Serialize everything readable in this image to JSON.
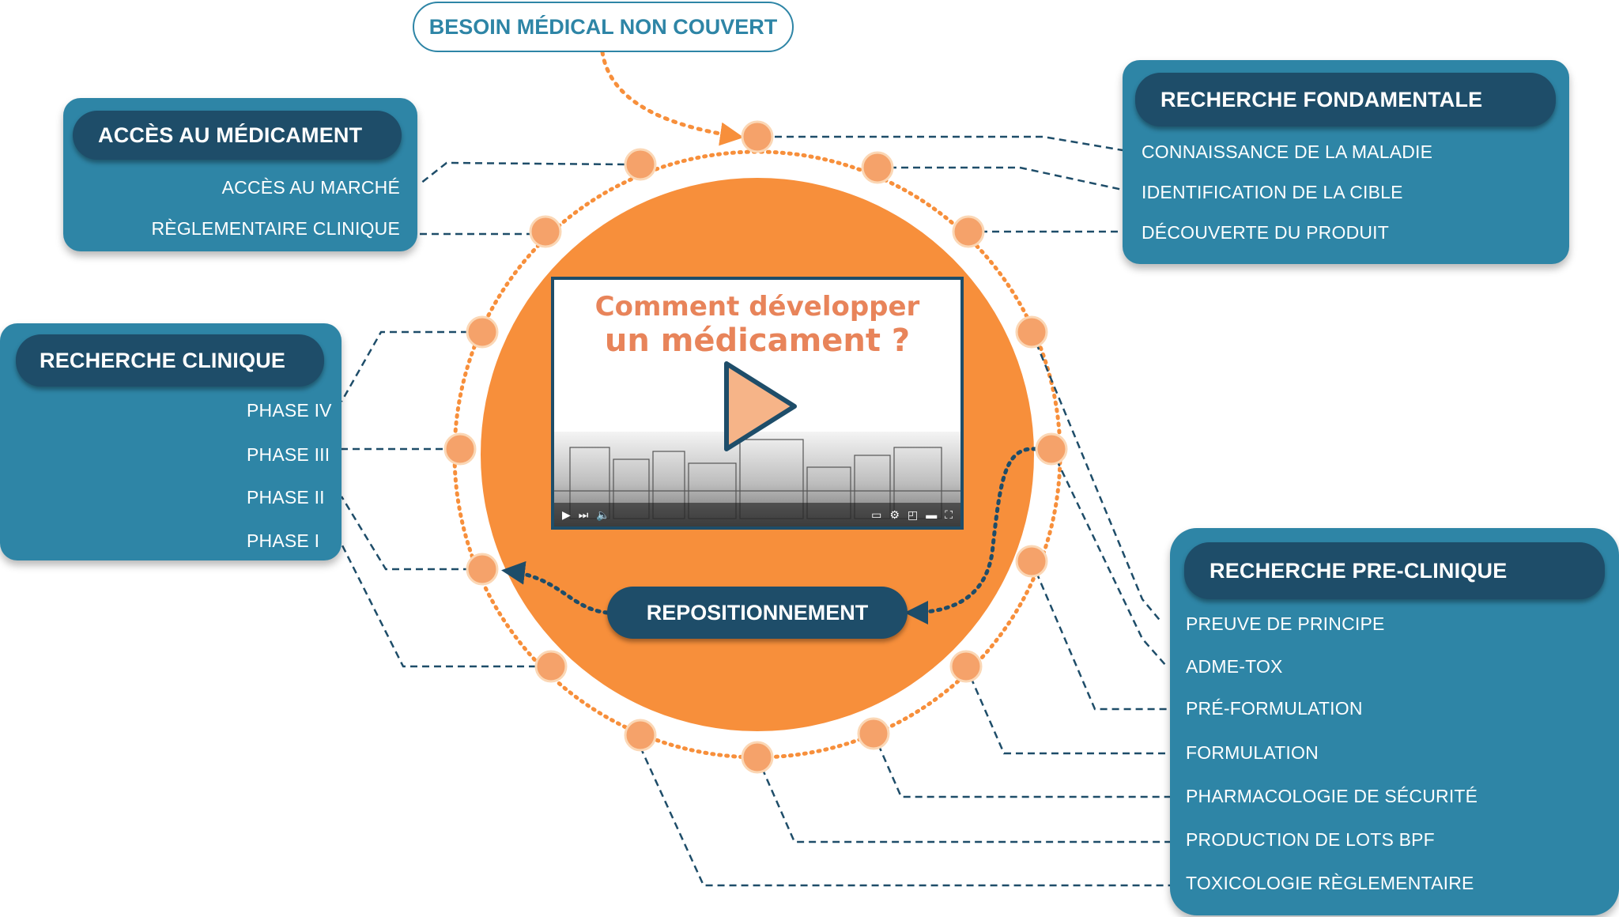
{
  "need": {
    "label": "BESOIN MÉDICAL NON COUVERT"
  },
  "fundamental": {
    "title": "RECHERCHE FONDAMENTALE",
    "items": [
      "CONNAISSANCE DE LA MALADIE",
      "IDENTIFICATION DE LA CIBLE",
      "DÉCOUVERTE DU PRODUIT"
    ]
  },
  "access": {
    "title": "ACCÈS AU MÉDICAMENT",
    "items": [
      "ACCÈS AU MARCHÉ",
      "RÈGLEMENTAIRE CLINIQUE"
    ]
  },
  "clinical": {
    "title": "RECHERCHE CLINIQUE",
    "items": [
      "PHASE IV",
      "PHASE III",
      "PHASE II",
      "PHASE I"
    ]
  },
  "preclinical": {
    "title": "RECHERCHE PRE-CLINIQUE",
    "items": [
      "PREUVE DE PRINCIPE",
      "ADME-TOX",
      "PRÉ-FORMULATION",
      "FORMULATION",
      "PHARMACOLOGIE DE SÉCURITÉ",
      "PRODUCTION DE LOTS BPF",
      "TOXICOLOGIE RÈGLEMENTAIRE"
    ]
  },
  "repositioning": {
    "label": "REPOSITIONNEMENT"
  },
  "video": {
    "title_line1": "Comment développer",
    "title_line2": "un médicament ?"
  },
  "colors": {
    "orange": "#f78f3b",
    "dot": "#f5a26a",
    "panel": "#2e85a6",
    "panel_title": "#1e4d69",
    "connector": "#1e4d69"
  },
  "icons": [
    "play-icon",
    "next-icon",
    "volume-icon",
    "subtitles-icon",
    "settings-icon",
    "miniplayer-icon",
    "theater-icon",
    "fullscreen-icon"
  ]
}
